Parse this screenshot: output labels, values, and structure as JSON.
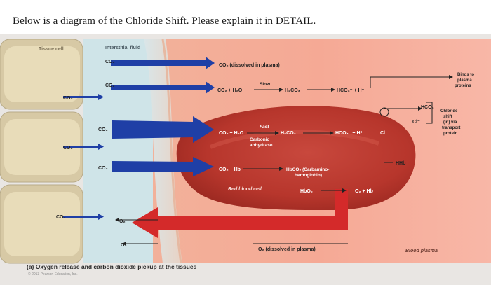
{
  "heading": "Below is a diagram of the Chloride Shift. Please explain it in DETAIL.",
  "labels": {
    "tissue_cell": "Tissue cell",
    "interstitial_fluid": "Interstitial fluid",
    "co2": "CO₂",
    "dissolved_plasma_co2": "CO₂ (dissolved in plasma)",
    "slow": "Slow",
    "slow_eq_1": "CO₂ + H₂O",
    "slow_eq_2": "H₂CO₃",
    "slow_eq_3": "HCO₃⁻ + H⁺",
    "binds_1": "Binds to",
    "binds_2": "plasma",
    "binds_3": "proteins",
    "hco3": "HCO₃⁻",
    "cl": "Cl⁻",
    "chloride_1": "Chloride",
    "chloride_2": "shift",
    "chloride_3": "(in) via",
    "chloride_4": "transport",
    "chloride_5": "protein",
    "fast": "Fast",
    "fast_eq_1": "CO₂ + H₂O",
    "fast_eq_2": "H₂CO₃",
    "fast_eq_3": "HCO₃⁻ + H⁺",
    "fast_cl": "Cl⁻",
    "carbonic_1": "Carbonic",
    "carbonic_2": "anhydrase",
    "hhb": "HHb",
    "co2_hb": "CO₂ + Hb",
    "hbco2_1": "HbCO₂ (Carbamino-",
    "hbco2_2": "hemoglobin)",
    "red_blood_cell": "Red blood cell",
    "hbo2": "HbO₂",
    "o2_hb": "O₂ + Hb",
    "o2": "O₂",
    "dissolved_plasma_o2": "O₂ (dissolved in plasma)",
    "blood_plasma": "Blood plasma"
  },
  "caption": "(a) Oxygen release and carbon dioxide pickup at the tissues",
  "copyright": "© 2013 Pearson Education, Inc."
}
